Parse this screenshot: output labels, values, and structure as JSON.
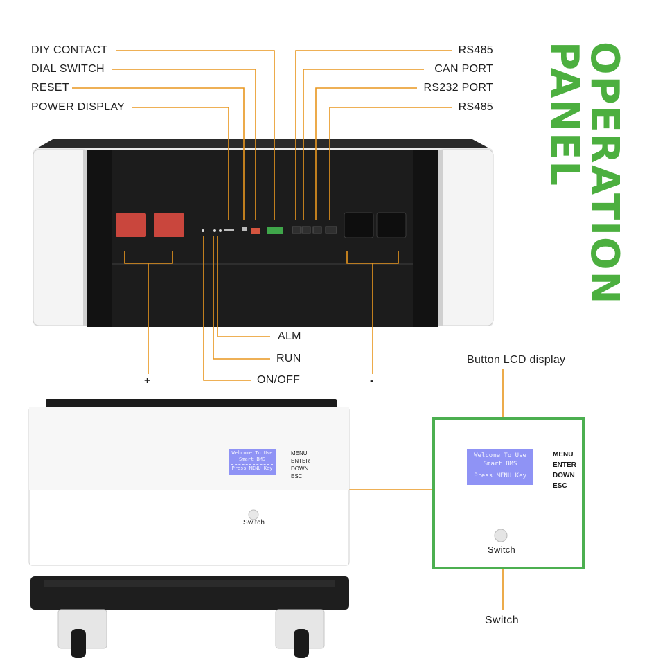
{
  "title": {
    "line1": "OPERATION",
    "line2": "PANEL",
    "color": "#4caf3f"
  },
  "callouts_left": [
    "DIY CONTACT",
    "DIAL SWITCH",
    "RESET",
    "POWER DISPLAY"
  ],
  "callouts_right": [
    "RS485",
    "CAN PORT",
    "RS232 PORT",
    "RS485"
  ],
  "callouts_bottom": {
    "alm": "ALM",
    "run": "RUN",
    "onoff": "ON/OFF",
    "plus": "+",
    "minus": "-"
  },
  "lcd": {
    "line1": "Welcome To Use",
    "line2": "Smart BMS",
    "line3": "Press MENU Key"
  },
  "keys": [
    "MENU",
    "ENTER",
    "DOWN",
    "ESC"
  ],
  "switch_label": "Switch",
  "zoom": {
    "lcd_caption": "Button LCD display",
    "switch_caption": "Switch"
  },
  "colors": {
    "leader": "#e8961e",
    "zoom_border": "#4caf50",
    "terminal_pos": "#c9463d",
    "terminal_neg": "#1e1e1e",
    "lcd": "#8f93f5"
  }
}
